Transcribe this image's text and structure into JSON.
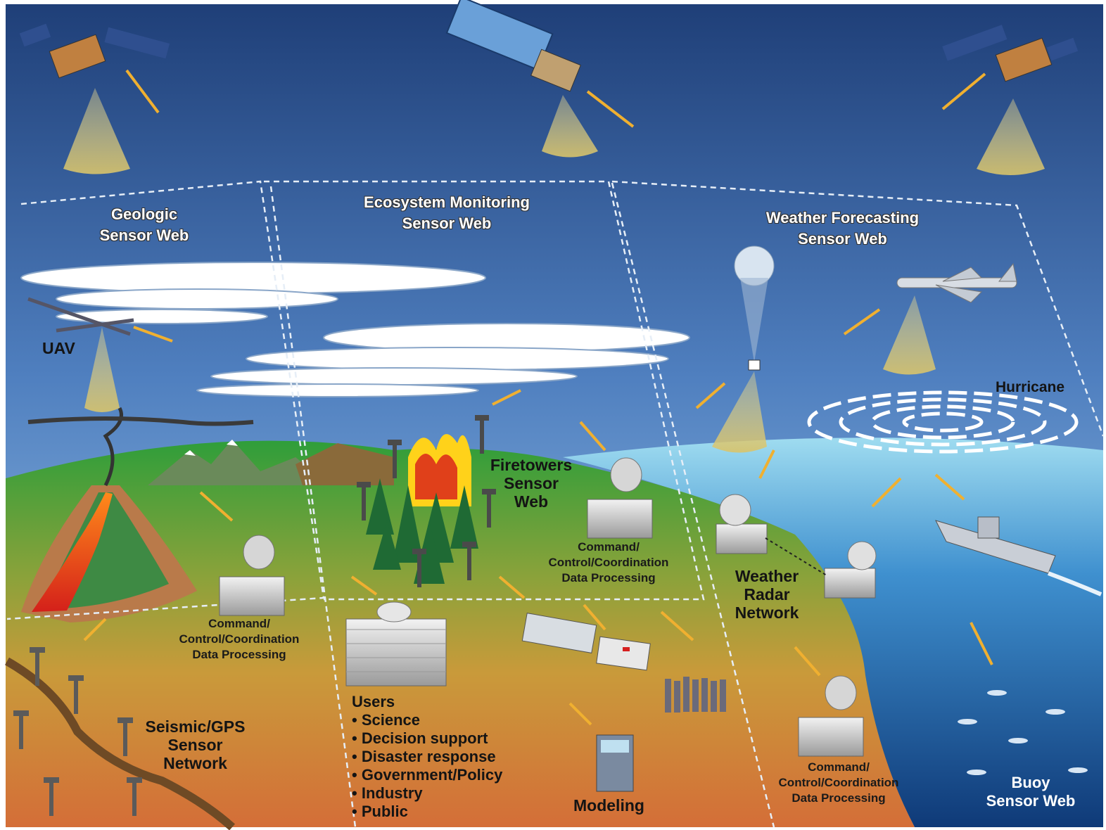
{
  "labels": {
    "geologic": [
      "Geologic",
      "Sensor Web"
    ],
    "ecosystem": [
      "Ecosystem Monitoring",
      "Sensor Web"
    ],
    "weather": [
      "Weather Forecasting",
      "Sensor Web"
    ],
    "uav": "UAV",
    "hurricane": "Hurricane",
    "firetowers": [
      "Firetowers",
      "Sensor",
      "Web"
    ],
    "weather_radar": [
      "Weather",
      "Radar",
      "Network"
    ],
    "seismic": [
      "Seismic/GPS",
      "Sensor",
      "Network"
    ],
    "modeling": "Modeling",
    "buoy": [
      "Buoy",
      "Sensor Web"
    ],
    "command": [
      "Command/",
      "Control/Coordination",
      "Data Processing"
    ]
  },
  "users": {
    "title": "Users",
    "items": [
      "Science",
      "Decision support",
      "Disaster response",
      "Government/Policy",
      "Industry",
      "Public"
    ]
  },
  "colors": {
    "sky_top": "#1f3f78",
    "sky_bottom": "#8ab8e6",
    "land_green": "#2f9e3a",
    "land_orange": "#d8843a",
    "ocean": "#1f5aa0",
    "sensor_beam": "#d9c46a",
    "signal_arrow": "#f0b030"
  }
}
